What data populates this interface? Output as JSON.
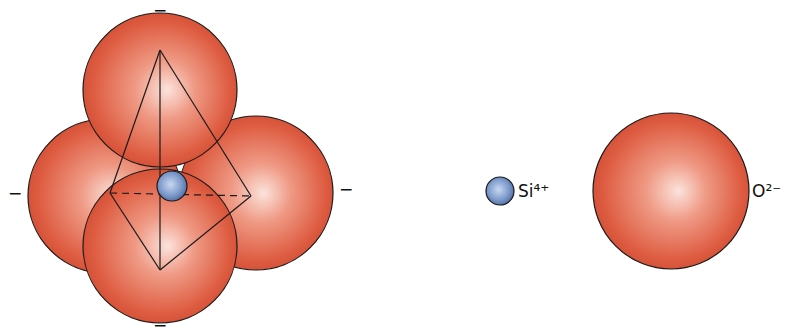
{
  "diagram": {
    "labels": [
      "−",
      "−",
      "−",
      "−"
    ],
    "legend": [
      {
        "text": "Si⁴⁺"
      },
      {
        "text": "O²⁻"
      }
    ]
  }
}
